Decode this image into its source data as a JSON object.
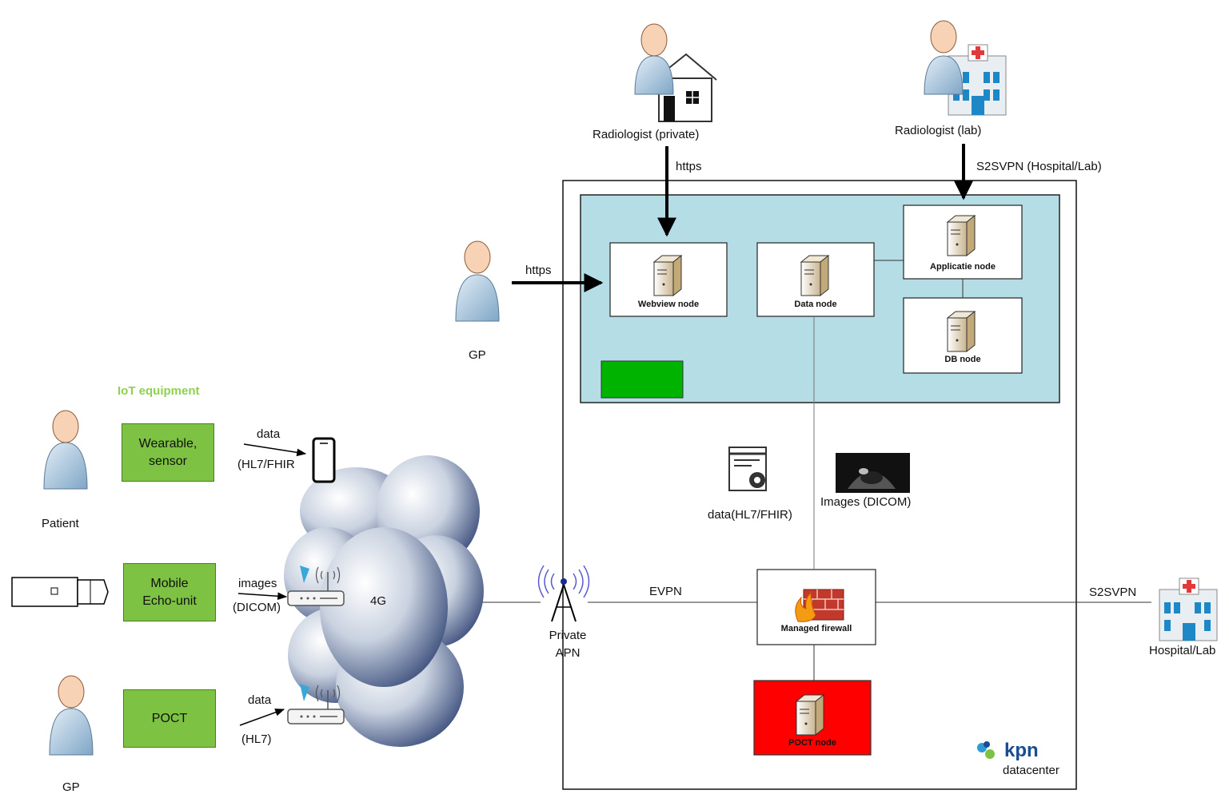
{
  "actors": {
    "radiologist_private": "Radiologist (private)",
    "radiologist_lab": "Radiologist (lab)",
    "gp_top": "GP",
    "patient": "Patient",
    "gp_bottom": "GP",
    "hospital_lab": "Hospital/Lab"
  },
  "connections": {
    "https_top": "https",
    "https_gp": "https",
    "s2svpn_top": "S2SVPN (Hospital/Lab)",
    "s2svpn_right": "S2SVPN",
    "evpn": "EVPN",
    "data_1": "data",
    "hl7fhir_1": "(HL7/FHIR",
    "images": "images",
    "dicom": "(DICOM)",
    "data_2": "data",
    "hl7": "(HL7)",
    "network_4g": "4G",
    "private_apn": "Private\nAPN"
  },
  "nodes": {
    "webview": "Webview node",
    "data": "Data node",
    "applicatie": "Applicatie node",
    "db": "DB node",
    "firewall": "Managed firewall",
    "poct": "POCT node"
  },
  "iot": {
    "title": "IoT equipment",
    "wearable": "Wearable,\nsensor",
    "echo": "Mobile\nEcho-unit",
    "poct": "POCT"
  },
  "flows": {
    "data_hl7fhir": "data(HL7/FHIR)",
    "images_dicom": "Images (DICOM)"
  },
  "branding": {
    "kpn": "kpn",
    "datacenter": "datacenter"
  },
  "colors": {
    "cluster_fill": "#b4dde6",
    "iot_green": "#7dc242",
    "status_green": "#00b300",
    "poct_red": "#ff0000",
    "iot_title": "#8fd14f"
  }
}
